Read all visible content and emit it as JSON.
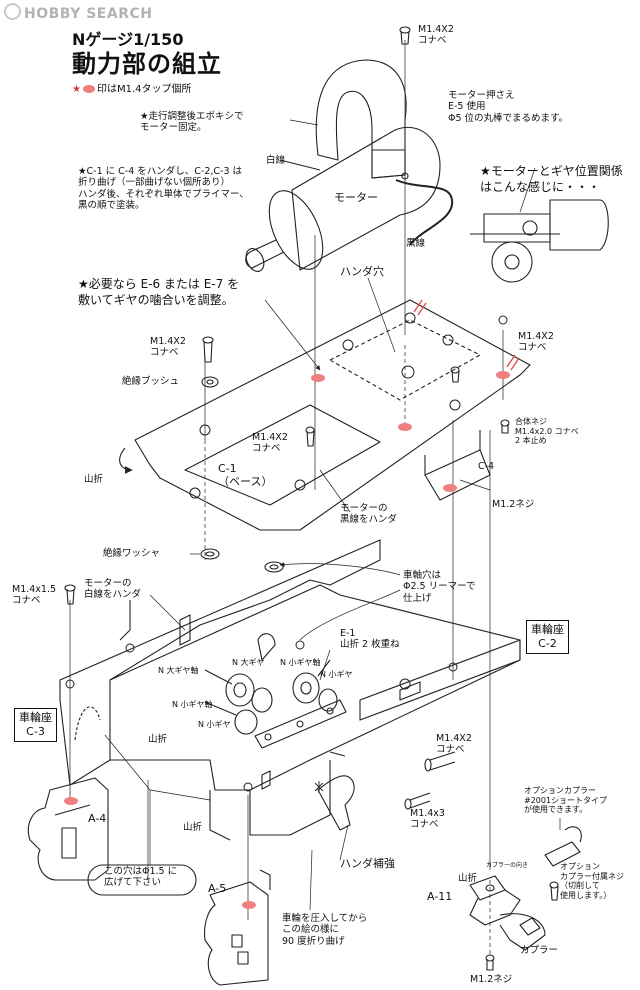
{
  "header": {
    "logo_text": "HOBBY SEARCH",
    "subtitle": "Nゲージ1/150",
    "title": "動力部の組立",
    "legend_symbols": "★",
    "legend_text": "印はM1.4タップ個所"
  },
  "colors": {
    "tap_mark": "#f08080",
    "line": "#222222",
    "logo": "#b3b3b3"
  },
  "labels": {
    "m14x2_top": "M1.4X2\nコナベ",
    "motor_holder": "モーター押さえ\nE-5 使用\nΦ5 位の丸棒でまるめます。",
    "epoxy_note": "★走行調整後エポキシで\nモーター固定。",
    "white_wire": "白線",
    "motor": "モーター",
    "c_note": "★C-1 に C-4 をハンダし、C-2,C-3 は\n折り曲げ（一部曲げない個所あり）\nハンダ後、それぞれ単体でプライマー、\n黒の順で塗装。",
    "black_wire": "黒線",
    "gear_relation": "★モーターとギヤ位置関係\nはこんな感じに・・・",
    "solder_hole": "ハンダ穴",
    "shim_note": "★必要なら E-6 または E-7 を\n敷いてギヤの噛合いを調整。",
    "m14x2_right": "M1.4X2\nコナベ",
    "m14x2_left": "M1.4X2\nコナベ",
    "insul_bush": "絶縁ブッシュ",
    "combo_screw": "合体ネジ\nM1.4x2.0 コナベ\n2 本止め",
    "m14x2_mid": "M1.4X2\nコナベ",
    "yamaori_1": "山折",
    "c1_base": "C-1\n（ベース）",
    "c4": "C-4",
    "m12_screw": "M1.2ネジ",
    "motor_black_solder": "モーターの\n黒線をハンダ",
    "insul_washer": "絶縁ワッシャ",
    "axle_hole": "車軸穴は\nΦ2.5 リーマーで\n仕上げ",
    "m14x15": "M1.4x1.5\nコナベ",
    "motor_white_solder": "モーターの\n白線をハンダ",
    "c2_box": "車輪座\nC-2",
    "e1_fold": "E-1\n山折 2 枚重ね",
    "n_big_gear": "N 大ギヤ",
    "n_small_gear_axle": "N 小ギヤ軸",
    "n_big_gear_axle": "N 大ギヤ軸",
    "n_small_gear_1": "N 小ギヤ",
    "n_small_gear_axle_2": "N 小ギヤ軸",
    "n_small_gear_2": "N 小ギヤ",
    "c3_box": "車輪座\nC-3",
    "yamaori_2": "山折",
    "m14x2_lower": "M1.4X2\nコナベ",
    "a4": "A-4",
    "yamaori_3": "山折",
    "m14x3": "M1.4x3\nコナベ",
    "option_coupler": "オプションカプラー\n#2001ショートタイプ\nが使用できます。",
    "hole_note": "この穴はΦ1.5 に\n広げて下さい",
    "solder_reinforce": "ハンダ補強",
    "yamaori_4": "山折",
    "coupler_dir": "カプラーの向き",
    "option_screw": "オプション\nカプラー付属ネジ\n（切削して\n使用します。）",
    "a11": "A-11",
    "a5": "A-5",
    "press_note": "車輪を圧入してから\nこの絵の様に\n90 度折り曲げ",
    "coupler": "カプラー",
    "m12_bottom": "M1.2ネジ"
  }
}
